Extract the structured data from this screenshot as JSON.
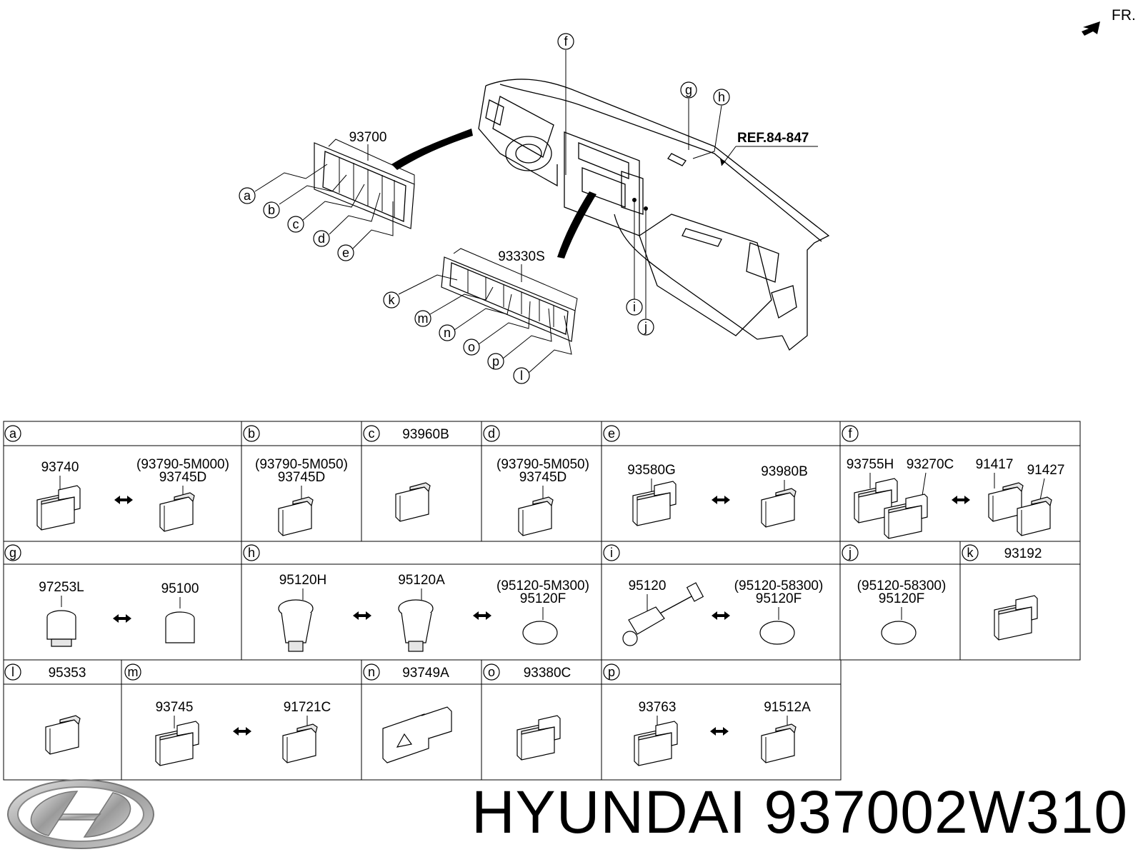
{
  "header": {
    "direction_label": "FR."
  },
  "overview": {
    "ref_label": "REF.84-847",
    "assembly_labels": [
      "93700",
      "93330S"
    ],
    "callouts": {
      "left_cluster": [
        "a",
        "b",
        "c",
        "d",
        "e"
      ],
      "center_cluster": [
        "k",
        "m",
        "n",
        "o",
        "p",
        "l"
      ],
      "dash": [
        "f",
        "g",
        "h",
        "i",
        "j"
      ]
    }
  },
  "table": {
    "cells": [
      {
        "id": "a",
        "title": "",
        "parts": [
          "93740",
          "(93790-5M000)",
          "93745D"
        ]
      },
      {
        "id": "b",
        "title": "",
        "parts": [
          "(93790-5M050)",
          "93745D"
        ]
      },
      {
        "id": "c",
        "title": "93960B",
        "parts": []
      },
      {
        "id": "d",
        "title": "",
        "parts": [
          "(93790-5M050)",
          "93745D"
        ]
      },
      {
        "id": "e",
        "title": "",
        "parts": [
          "93580G",
          "93980B"
        ]
      },
      {
        "id": "f",
        "title": "",
        "parts": [
          "93755H",
          "93270C",
          "91417",
          "91427"
        ]
      },
      {
        "id": "g",
        "title": "",
        "parts": [
          "97253L",
          "95100"
        ]
      },
      {
        "id": "h",
        "title": "",
        "parts": [
          "95120H",
          "95120A",
          "(95120-5M300)",
          "95120F"
        ]
      },
      {
        "id": "i",
        "title": "",
        "parts": [
          "95120",
          "(95120-58300)",
          "95120F"
        ]
      },
      {
        "id": "j",
        "title": "",
        "parts": [
          "(95120-58300)",
          "95120F"
        ]
      },
      {
        "id": "k",
        "title": "93192",
        "parts": []
      },
      {
        "id": "l",
        "title": "95353",
        "parts": []
      },
      {
        "id": "m",
        "title": "",
        "parts": [
          "93745",
          "91721C"
        ]
      },
      {
        "id": "n",
        "title": "93749A",
        "parts": []
      },
      {
        "id": "o",
        "title": "93380C",
        "parts": []
      },
      {
        "id": "p",
        "title": "",
        "parts": [
          "93763",
          "91512A"
        ]
      }
    ]
  },
  "footer": {
    "brand": "HYUNDAI",
    "part_number": "937002W310"
  }
}
